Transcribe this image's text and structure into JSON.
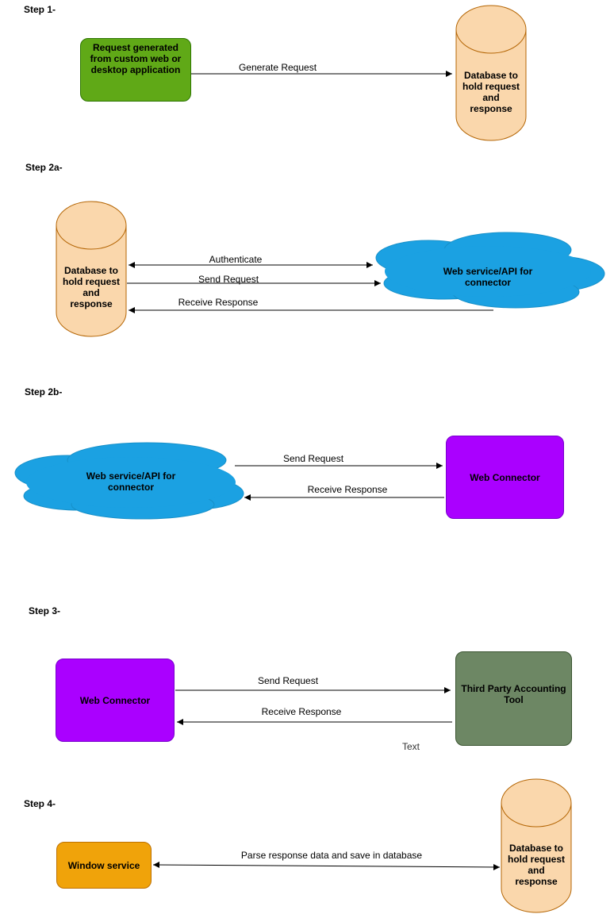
{
  "steps": {
    "s1": "Step 1-",
    "s2a": "Step 2a-",
    "s2b": "Step 2b-",
    "s3": "Step 3-",
    "s4": "Step 4-"
  },
  "nodes": {
    "request_generated": "Request generated from custom web or desktop application",
    "database": "Database to hold request and response",
    "web_service": "Web service/API for connector",
    "web_connector": "Web Connector",
    "third_party": "Third Party Accounting Tool",
    "window_service": "Window service"
  },
  "edges": {
    "generate_request": "Generate Request",
    "authenticate": "Authenticate",
    "send_request": "Send Request",
    "receive_response": "Receive Response",
    "parse_save": "Parse response data and save in database"
  },
  "free_text": "Text",
  "colors": {
    "green": "#60a917",
    "peach": "#fad7ac",
    "blue": "#1ba1e2",
    "purple": "#aa00ff",
    "olive": "#6d8764",
    "orange": "#f0a30a"
  }
}
